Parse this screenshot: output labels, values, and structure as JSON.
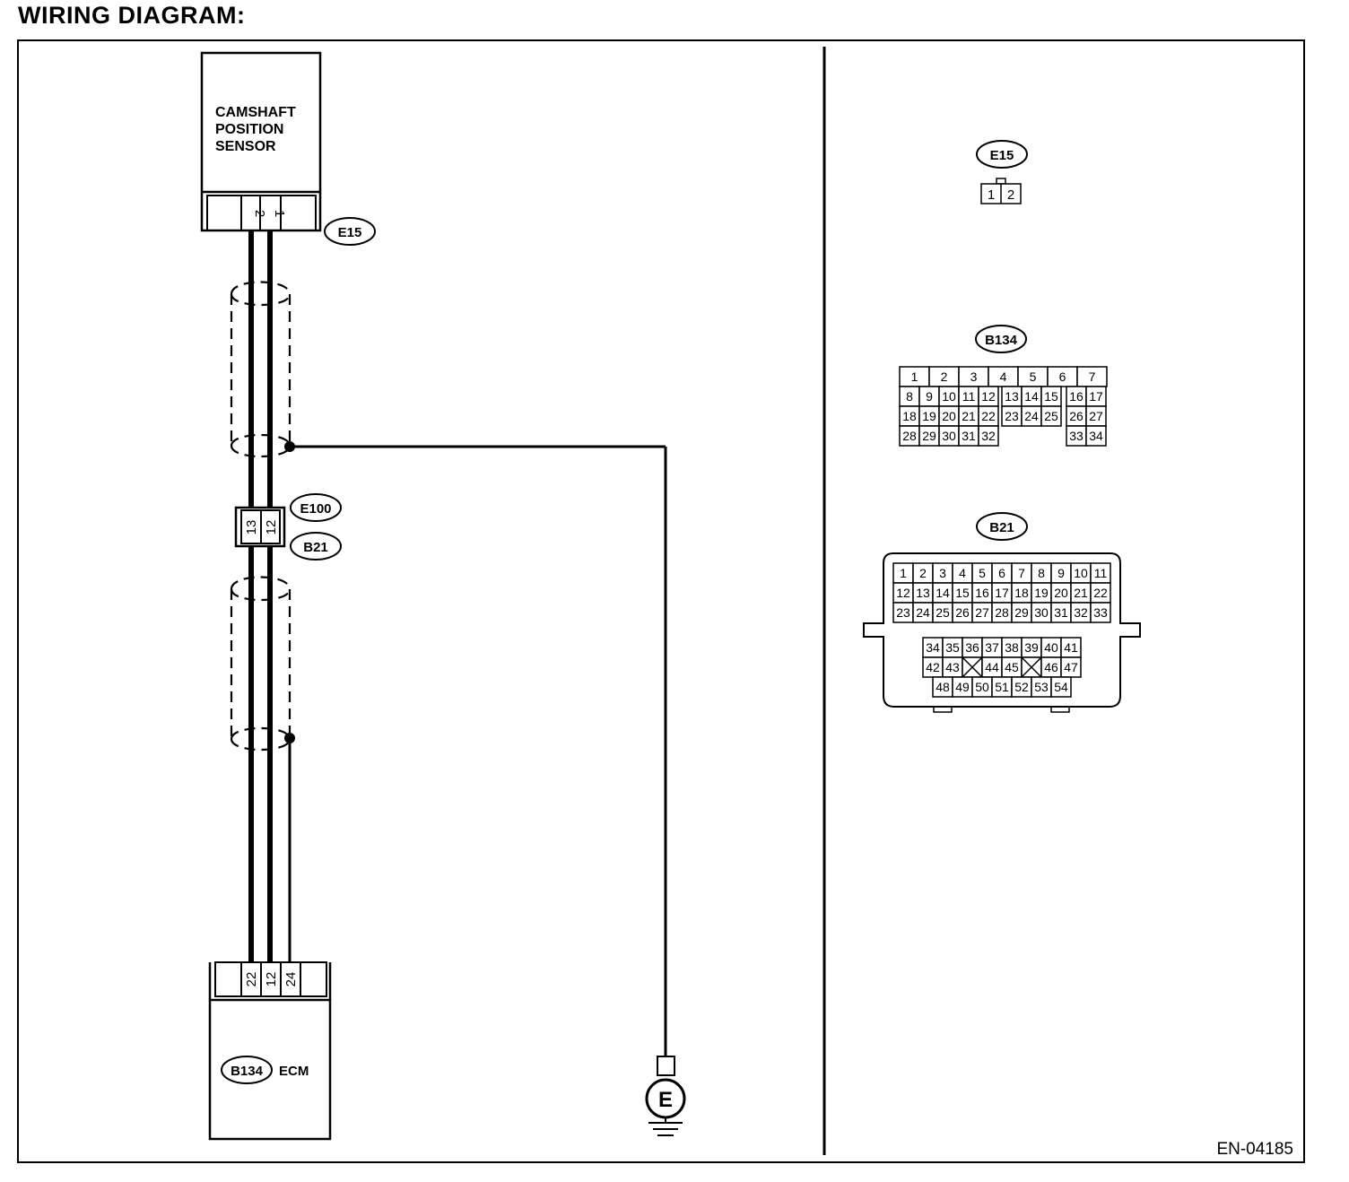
{
  "title": "WIRING DIAGRAM:",
  "figure_code": "EN-04185",
  "components": {
    "sensor": {
      "lines": [
        "CAMSHAFT",
        "POSITION",
        "SENSOR"
      ],
      "connector": "E15",
      "pins": [
        "2",
        "1"
      ]
    },
    "ecm": {
      "name": "ECM",
      "connector": "B134",
      "pins": [
        "22",
        "12",
        "24"
      ]
    },
    "joint": {
      "connectors": [
        "E100",
        "B21"
      ],
      "pins": [
        "13",
        "12"
      ]
    },
    "ground": {
      "symbol": "E"
    }
  },
  "connector_views": {
    "e15": {
      "label": "E15",
      "pins": [
        "1",
        "2"
      ]
    },
    "b134": {
      "label": "B134",
      "rows": [
        [
          "1",
          "2",
          "3",
          "4",
          "5",
          "6",
          "7"
        ],
        [
          "8",
          "9",
          "10",
          "11",
          "12",
          "13",
          "14",
          "15",
          "16",
          "17"
        ],
        [
          "18",
          "19",
          "20",
          "21",
          "22",
          "23",
          "24",
          "25",
          "26",
          "27"
        ],
        [
          "28",
          "29",
          "30",
          "31",
          "32",
          "33",
          "34"
        ]
      ]
    },
    "b21": {
      "label": "B21",
      "rows": [
        [
          "1",
          "2",
          "3",
          "4",
          "5",
          "6",
          "7",
          "8",
          "9",
          "10",
          "11"
        ],
        [
          "12",
          "13",
          "14",
          "15",
          "16",
          "17",
          "18",
          "19",
          "20",
          "21",
          "22"
        ],
        [
          "23",
          "24",
          "25",
          "26",
          "27",
          "28",
          "29",
          "30",
          "31",
          "32",
          "33"
        ],
        [
          "34",
          "35",
          "36",
          "37",
          "38",
          "39",
          "40",
          "41"
        ],
        [
          "42",
          "43",
          "",
          "44",
          "45",
          "",
          "46",
          "47"
        ],
        [
          "48",
          "49",
          "50",
          "51",
          "52",
          "53",
          "54"
        ]
      ]
    }
  }
}
